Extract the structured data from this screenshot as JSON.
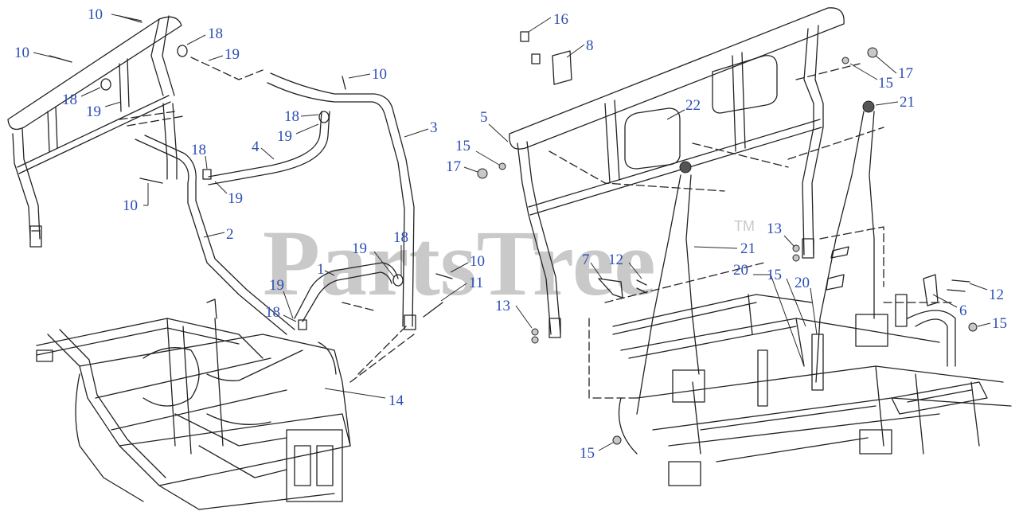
{
  "watermark": {
    "text": "PartsTree",
    "trademark": "TM"
  },
  "colors": {
    "callout": "#2b4db5",
    "linework": "#222222",
    "watermark": "#c9c9c9"
  },
  "callouts": {
    "c01": "10",
    "c02": "10",
    "c03": "18",
    "c04": "19",
    "c05": "18",
    "c06": "19",
    "c07": "10",
    "c08": "18",
    "c09": "19",
    "c10": "4",
    "c11": "3",
    "c12": "18",
    "c13": "10",
    "c14": "19",
    "c15": "2",
    "c16": "19",
    "c17": "18",
    "c18": "1",
    "c19": "10",
    "c20": "11",
    "c21": "19",
    "c22": "18",
    "c23": "14",
    "c24": "16",
    "c25": "8",
    "c26": "5",
    "c27": "15",
    "c28": "17",
    "c29": "22",
    "c30": "17",
    "c31": "15",
    "c32": "21",
    "c33": "13",
    "c34": "7",
    "c35": "12",
    "c36": "21",
    "c37": "20",
    "c38": "15",
    "c39": "20",
    "c40": "12",
    "c41": "13",
    "c42": "6",
    "c43": "15",
    "c44": "15"
  }
}
